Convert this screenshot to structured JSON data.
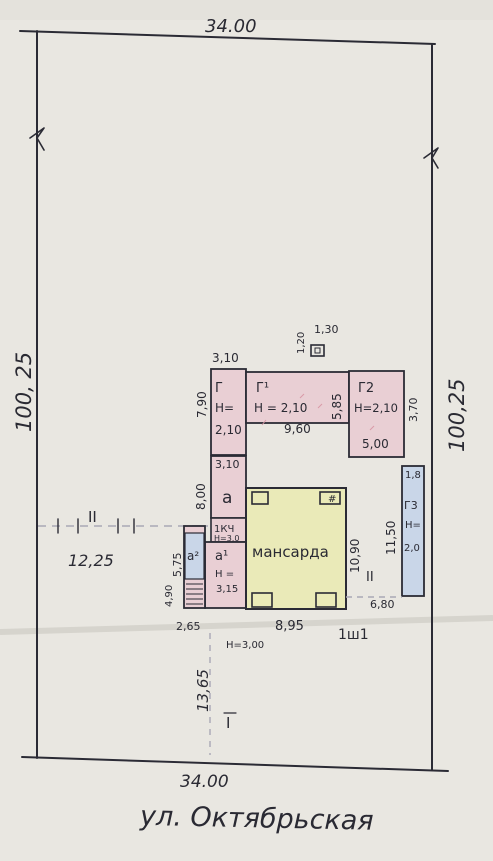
{
  "plot": {
    "top_width": "34.00",
    "bottom_width": "34.00",
    "left_length": "100, 25",
    "right_length": "100,25",
    "street": "ул. Октябрьская",
    "front_setback": "13,65",
    "side_setback": "12,25"
  },
  "buildings": {
    "g_label": "Г",
    "g_height": "Н=",
    "g_height_val": "2,10",
    "g_dim_top": "3,10",
    "g_dim_side": "7,90",
    "g1_label": "Г¹",
    "g1_height": "Н = 2,10",
    "g1_dim": "9,60",
    "g1_dim_side": "5,85",
    "g2_label": "Г2",
    "g2_height": "Н=2,10",
    "g2_dim": "5,00",
    "g2_dim_side": "3,70",
    "well_dim_a": "1,20",
    "well_dim_b": "1,30",
    "a_dim_top": "3,10",
    "a_dim_side": "8,00",
    "a_label": "а",
    "kch_label": "1КЧ",
    "kch_height": "Н=3,0",
    "a1_label": "а¹",
    "a1_height": "Н =",
    "a1_height_val": "3,15",
    "a2_label": "а²",
    "a2_dim": "5,75",
    "a2_dim_b": "4,90",
    "a2_dim_w": "2,65",
    "mansarda": "мансарда",
    "corner_mark": "#",
    "main_dim_w": "8,95",
    "main_dim_h": "10,90",
    "main_height": "Н=3,00",
    "main_floors": "1ш1",
    "g3_label": "Г3",
    "g3_height": "Н=",
    "g3_height_val": "2,0",
    "g3_dim_top": "1,8",
    "g3_dim_side": "11,50",
    "g3_dim_w": "6,80",
    "mark_i": "I",
    "mark_ii": "II"
  },
  "colors": {
    "background": "#e9e7e1",
    "ink": "#2b2b35",
    "yellow": "#eaeab8",
    "pink": "#e9cfd4",
    "blue": "#c9d6e8",
    "dim_line": "#a9a8b6"
  }
}
